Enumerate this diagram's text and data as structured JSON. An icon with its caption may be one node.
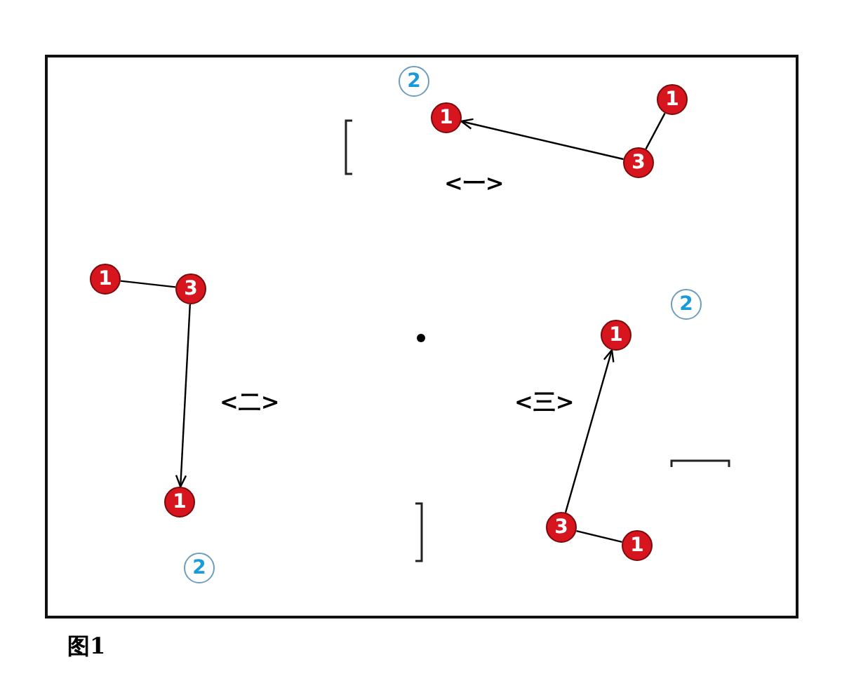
{
  "diagram": {
    "caption": "图1",
    "nodes": [
      {
        "text": [
          "2"
        ]
      },
      {
        "text": [
          "1"
        ]
      },
      {
        "text": [
          "1"
        ]
      },
      {
        "text": [
          "3"
        ]
      },
      {
        "text": [
          "1"
        ]
      },
      {
        "text": [
          "3"
        ]
      },
      {
        "text": [
          "1"
        ]
      },
      {
        "text": [
          "2"
        ]
      },
      {
        "text": [
          "2"
        ]
      },
      {
        "text": [
          "1"
        ]
      },
      {
        "text": [
          "3"
        ]
      },
      {
        "text": [
          "1"
        ]
      }
    ],
    "edges": [
      {
        "from": 2,
        "to": 3,
        "arrow": "none"
      },
      {
        "from": 3,
        "to": 1,
        "arrow": "to"
      },
      {
        "from": 4,
        "to": 5,
        "arrow": "none"
      },
      {
        "from": 5,
        "to": 6,
        "arrow": "to"
      },
      {
        "from": 11,
        "to": 10,
        "arrow": "none"
      },
      {
        "from": 10,
        "to": 9,
        "arrow": "to"
      }
    ],
    "labels": [
      "<一>",
      "<二>",
      "<三>"
    ]
  }
}
